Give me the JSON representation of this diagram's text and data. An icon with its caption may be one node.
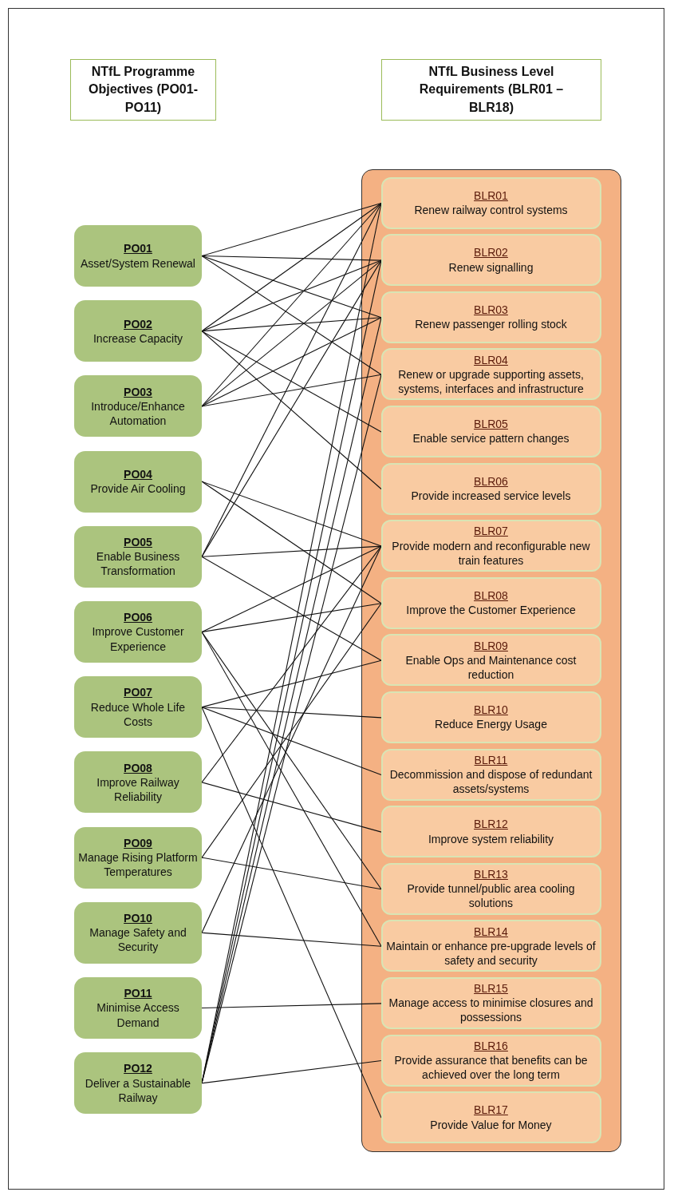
{
  "diagram": {
    "nodes": [
      {
        "text": [
          "NTfL Programme Objectives (PO01-PO11)"
        ]
      },
      {
        "text": [
          "NTfL Business Level Requirements (BLR01 – BLR18)"
        ]
      },
      {
        "text": [],
        "shape": "box"
      },
      {
        "text": [
          "PO01",
          "Asset/System Renewal"
        ]
      },
      {
        "text": [
          "PO02",
          "Increase Capacity"
        ]
      },
      {
        "text": [
          "PO03",
          "Introduce/Enhance Automation"
        ]
      },
      {
        "text": [
          "PO04",
          "Provide Air Cooling"
        ]
      },
      {
        "text": [
          "PO05",
          "Enable Business Transformation"
        ]
      },
      {
        "text": [
          "PO06",
          "Improve Customer Experience"
        ]
      },
      {
        "text": [
          "PO07",
          "Reduce Whole Life Costs"
        ]
      },
      {
        "text": [
          "PO08",
          "Improve Railway Reliability"
        ]
      },
      {
        "text": [
          "PO09",
          "Manage Rising Platform Temperatures"
        ]
      },
      {
        "text": [
          "PO10",
          "Manage Safety and Security"
        ]
      },
      {
        "text": [
          "PO11",
          "Minimise Access Demand"
        ]
      },
      {
        "text": [
          "PO12",
          "Deliver a Sustainable Railway"
        ]
      },
      {
        "text": [
          "BLR01",
          "Renew railway control systems"
        ],
        "in": 2
      },
      {
        "text": [
          "BLR02",
          "Renew signalling"
        ],
        "in": 2
      },
      {
        "text": [
          "BLR03",
          "Renew passenger rolling stock"
        ],
        "in": 2
      },
      {
        "text": [
          "BLR04",
          "Renew or upgrade supporting assets, systems, interfaces and infrastructure"
        ],
        "in": 2
      },
      {
        "text": [
          "BLR05",
          "Enable service pattern changes"
        ],
        "in": 2
      },
      {
        "text": [
          "BLR06",
          "Provide increased service levels"
        ],
        "in": 2
      },
      {
        "text": [
          "BLR07",
          "Provide modern and reconfigurable new train features"
        ],
        "in": 2
      },
      {
        "text": [
          "BLR08",
          "Improve the Customer Experience"
        ],
        "in": 2
      },
      {
        "text": [
          "BLR09",
          "Enable Ops and Maintenance cost reduction"
        ],
        "in": 2
      },
      {
        "text": [
          "BLR10",
          "Reduce Energy Usage"
        ],
        "in": 2
      },
      {
        "text": [
          "BLR11",
          "Decommission and dispose of redundant assets/systems"
        ],
        "in": 2
      },
      {
        "text": [
          "BLR12",
          "Improve system reliability"
        ],
        "in": 2
      },
      {
        "text": [
          "BLR13",
          "Provide tunnel/public area cooling solutions"
        ],
        "in": 2
      },
      {
        "text": [
          "BLR14",
          "Maintain or enhance pre-upgrade levels of safety and security"
        ],
        "in": 2
      },
      {
        "text": [
          "BLR15",
          "Manage access to minimise closures and possessions"
        ],
        "in": 2
      },
      {
        "text": [
          "BLR16",
          "Provide assurance that benefits can be achieved over the long term"
        ],
        "in": 2
      },
      {
        "text": [
          "BLR17",
          "Provide Value for Money"
        ],
        "in": 2
      }
    ],
    "edges": [
      {
        "from": 3,
        "to": 15,
        "arrow": "none"
      },
      {
        "from": 3,
        "to": 16,
        "arrow": "none"
      },
      {
        "from": 3,
        "to": 17,
        "arrow": "none"
      },
      {
        "from": 3,
        "to": 18,
        "arrow": "none"
      },
      {
        "from": 4,
        "to": 15,
        "arrow": "none"
      },
      {
        "from": 4,
        "to": 16,
        "arrow": "none"
      },
      {
        "from": 4,
        "to": 17,
        "arrow": "none"
      },
      {
        "from": 4,
        "to": 19,
        "arrow": "none"
      },
      {
        "from": 4,
        "to": 20,
        "arrow": "none"
      },
      {
        "from": 5,
        "to": 15,
        "arrow": "none"
      },
      {
        "from": 5,
        "to": 16,
        "arrow": "none"
      },
      {
        "from": 5,
        "to": 17,
        "arrow": "none"
      },
      {
        "from": 5,
        "to": 18,
        "arrow": "none"
      },
      {
        "from": 6,
        "to": 21,
        "arrow": "none"
      },
      {
        "from": 6,
        "to": 22,
        "arrow": "none"
      },
      {
        "from": 7,
        "to": 15,
        "arrow": "none"
      },
      {
        "from": 7,
        "to": 16,
        "arrow": "none"
      },
      {
        "from": 7,
        "to": 21,
        "arrow": "none"
      },
      {
        "from": 7,
        "to": 23,
        "arrow": "none"
      },
      {
        "from": 8,
        "to": 21,
        "arrow": "none"
      },
      {
        "from": 8,
        "to": 22,
        "arrow": "none"
      },
      {
        "from": 8,
        "to": 27,
        "arrow": "none"
      },
      {
        "from": 8,
        "to": 28,
        "arrow": "none"
      },
      {
        "from": 9,
        "to": 23,
        "arrow": "none"
      },
      {
        "from": 9,
        "to": 24,
        "arrow": "none"
      },
      {
        "from": 9,
        "to": 25,
        "arrow": "none"
      },
      {
        "from": 9,
        "to": 31,
        "arrow": "none"
      },
      {
        "from": 10,
        "to": 21,
        "arrow": "none"
      },
      {
        "from": 10,
        "to": 26,
        "arrow": "none"
      },
      {
        "from": 11,
        "to": 22,
        "arrow": "none"
      },
      {
        "from": 11,
        "to": 27,
        "arrow": "none"
      },
      {
        "from": 12,
        "to": 21,
        "arrow": "none"
      },
      {
        "from": 12,
        "to": 28,
        "arrow": "none"
      },
      {
        "from": 13,
        "to": 29,
        "arrow": "none"
      },
      {
        "from": 14,
        "to": 15,
        "arrow": "none"
      },
      {
        "from": 14,
        "to": 16,
        "arrow": "none"
      },
      {
        "from": 14,
        "to": 17,
        "arrow": "none"
      },
      {
        "from": 14,
        "to": 18,
        "arrow": "none"
      },
      {
        "from": 14,
        "to": 30,
        "arrow": "none"
      }
    ]
  }
}
